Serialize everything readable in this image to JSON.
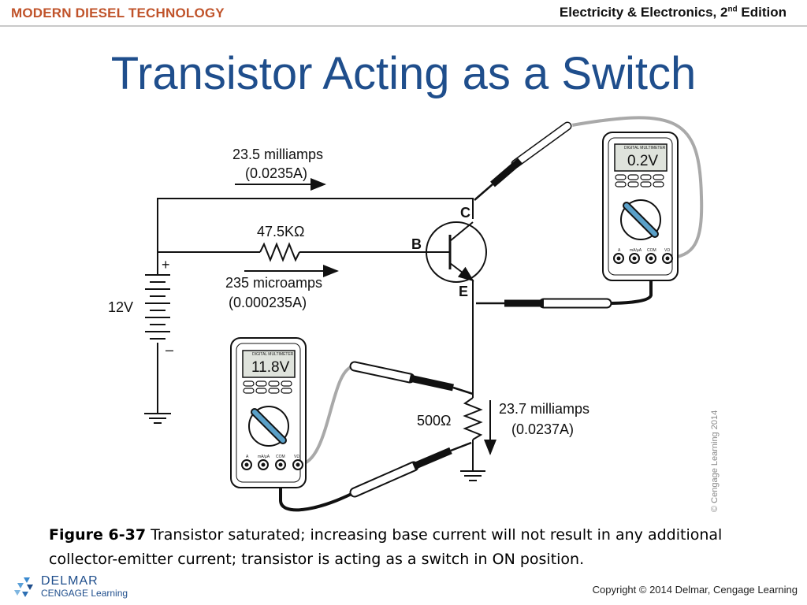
{
  "header": {
    "left_text": "MODERN DIESEL TECHNOLOGY",
    "right_text": "Electricity & Electronics, 2",
    "right_sup": "nd",
    "right_suffix": " Edition"
  },
  "title": "Transistor Acting as a Switch",
  "diagram": {
    "top_current": "23.5 milliamps",
    "top_current_amps": "(0.0235A)",
    "resistor_base": "47.5KΩ",
    "base_current": "235 microamps",
    "base_current_amps": "(0.000235A)",
    "battery": "12V",
    "battery_plus": "+",
    "battery_minus": "–",
    "terminal_c": "C",
    "terminal_b": "B",
    "terminal_e": "E",
    "load_resistor": "500Ω",
    "load_current": "23.7 milliamps",
    "load_current_amps": "(0.0237A)",
    "meter_top_reading": "0.2V",
    "meter_bottom_reading": "11.8V",
    "meter_label": "DIGITAL MULTIMETER",
    "meter_jacks": [
      "A",
      "mA/µA",
      "COM",
      "VΩ"
    ],
    "credit": "© Cengage Learning 2014"
  },
  "caption": {
    "label": "Figure 6-37",
    "text": " Transistor saturated; increasing base current will not result in any additional collector-emitter current; transistor is acting as a switch in ON position."
  },
  "footer": {
    "logo_line1": "DELMAR",
    "logo_line2": "CENGAGE Learning",
    "copyright": "Copyright © 2014 Delmar, Cengage Learning"
  },
  "colors": {
    "title": "#1f4e8c",
    "header_left": "#c0532a",
    "lead_gray": "#a9a9a9",
    "lead_black": "#111111",
    "lcd": "#dfe3dc"
  }
}
